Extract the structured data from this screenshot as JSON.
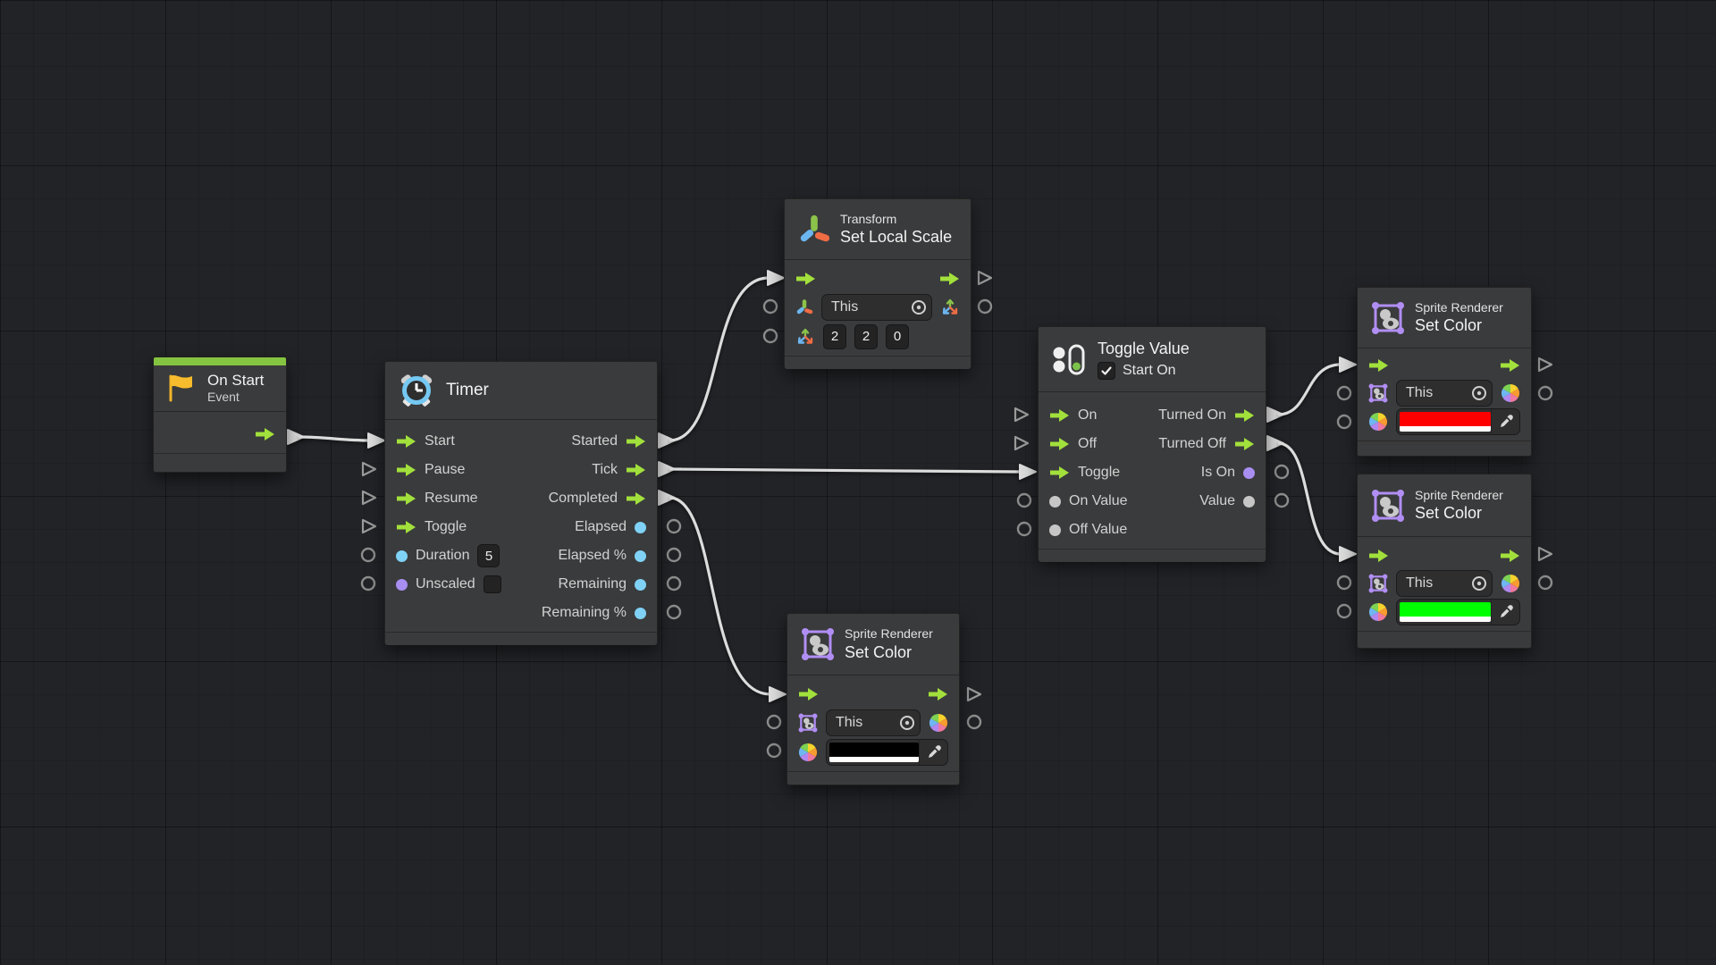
{
  "graph_colors": {
    "flow_green": "#a2e03c",
    "value_blue": "#7fd2f5",
    "value_purple": "#a98ef2",
    "value_gray": "#c6c6c6",
    "wire": "#dcdcdc",
    "event_accent": "#85c440"
  },
  "icons": {
    "on_start": "flag-icon",
    "timer": "alarm-clock-icon",
    "transform": "transform-axes-icon",
    "scale": "scale-arrows-icon",
    "toggle_value": "toggle-switch-icon",
    "sprite_renderer": "sprite-icon",
    "color": "color-wheel-icon",
    "target": "target-dot-icon",
    "eyedropper": "eyedropper-icon",
    "check": "checkmark-icon"
  },
  "nodes": {
    "on_start": {
      "title": "On Start",
      "subtitle": "Event"
    },
    "timer": {
      "title": "Timer",
      "inputs": [
        {
          "label": "Start"
        },
        {
          "label": "Pause"
        },
        {
          "label": "Resume"
        },
        {
          "label": "Toggle"
        },
        {
          "label": "Duration",
          "value": "5"
        },
        {
          "label": "Unscaled",
          "checked": false
        }
      ],
      "outputs": [
        {
          "label": "Started"
        },
        {
          "label": "Tick"
        },
        {
          "label": "Completed"
        },
        {
          "label": "Elapsed"
        },
        {
          "label": "Elapsed %"
        },
        {
          "label": "Remaining"
        },
        {
          "label": "Remaining %"
        }
      ]
    },
    "set_local_scale": {
      "category": "Transform",
      "title": "Set Local Scale",
      "this_label": "This",
      "vector": {
        "x": "2",
        "y": "2",
        "z": "0"
      }
    },
    "toggle_value": {
      "title": "Toggle Value",
      "option_label": "Start On",
      "option_checked": true,
      "inputs": [
        {
          "label": "On"
        },
        {
          "label": "Off"
        },
        {
          "label": "Toggle"
        },
        {
          "label": "On Value"
        },
        {
          "label": "Off Value"
        }
      ],
      "outputs": [
        {
          "label": "Turned On"
        },
        {
          "label": "Turned Off"
        },
        {
          "label": "Is On"
        },
        {
          "label": "Value"
        }
      ]
    },
    "set_color_center": {
      "category": "Sprite Renderer",
      "title": "Set Color",
      "this_label": "This",
      "color": "#000000"
    },
    "set_color_top_right": {
      "category": "Sprite Renderer",
      "title": "Set Color",
      "this_label": "This",
      "color": "#ff0000"
    },
    "set_color_bottom_right": {
      "category": "Sprite Renderer",
      "title": "Set Color",
      "this_label": "This",
      "color": "#00ff00"
    }
  }
}
